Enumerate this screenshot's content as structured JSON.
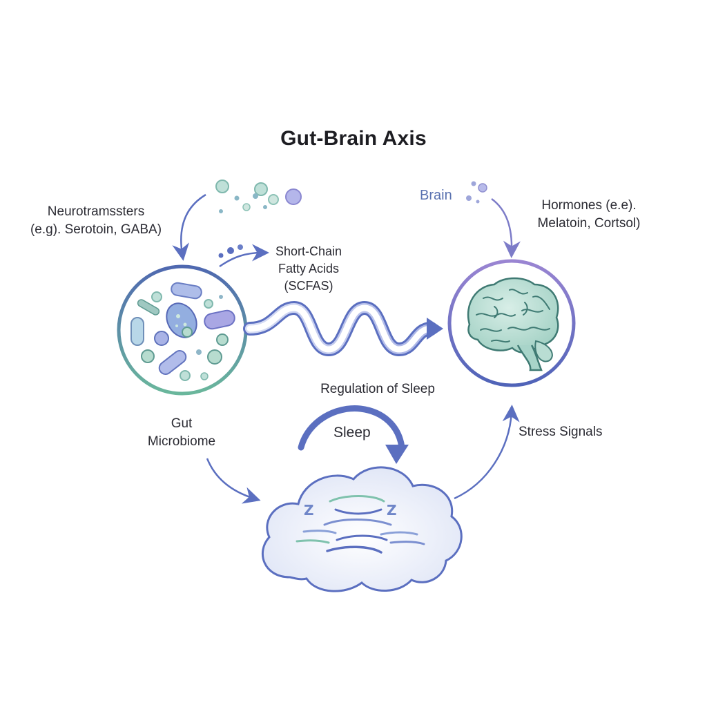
{
  "title": "Gut-Brain Axis",
  "labels": {
    "neurotransmitters_line1": "Neurotramssters",
    "neurotransmitters_line2": "(e.g). Serotoin, GABA)",
    "brain": "Brain",
    "hormones_line1": "Hormones (e.e).",
    "hormones_line2": "Melatoin, Cortsol)",
    "scfa_line1": "Short-Chain",
    "scfa_line2": "Fatty Acids",
    "scfa_line3": "(SCFAS)",
    "regulation": "Regulation of Sleep",
    "sleep": "Sleep",
    "gut_line1": "Gut",
    "gut_line2": "Microbiome",
    "stress": "Stress Signals"
  },
  "icons": {
    "gut": "gut-microbiome-icon",
    "brain": "brain-icon",
    "sleep": "sleep-cloud-icon"
  },
  "colors": {
    "teal": "#7fb8ad",
    "blue": "#5b6fc0",
    "purple": "#8a7cc8",
    "lavender": "#a7a6e0"
  }
}
